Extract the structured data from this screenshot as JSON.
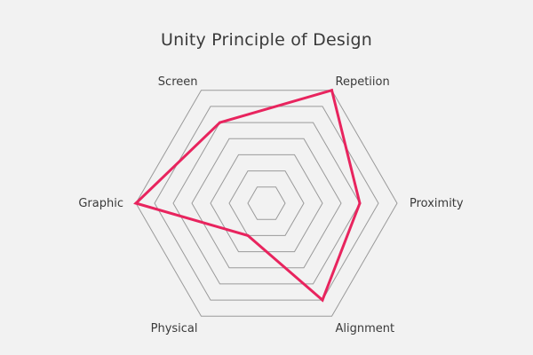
{
  "chart_data": {
    "type": "radar",
    "title": "Unity Principle of Design",
    "categories": [
      "Repetiion",
      "Proximity",
      "Alignment",
      "Physical",
      "Graphic",
      "Screen"
    ],
    "rlim": [
      0,
      7
    ],
    "grid_levels": 7,
    "grid": true,
    "legend": "none",
    "series": [
      {
        "values": [
          7,
          5,
          6,
          2,
          7,
          5
        ]
      }
    ]
  },
  "colors": {
    "series": "#e8245e",
    "grid": "#9a9a9a",
    "text": "#3a3a3a",
    "background": "#f2f2f2"
  }
}
